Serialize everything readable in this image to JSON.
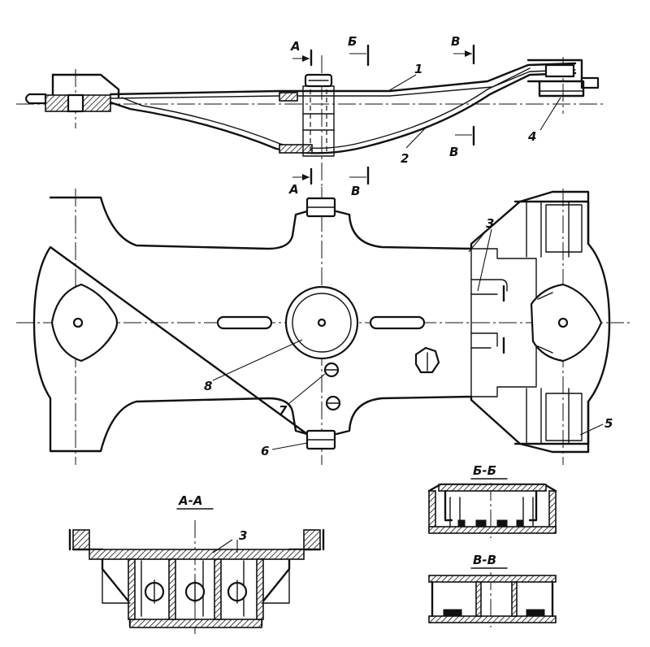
{
  "section_marks": {
    "a": "A",
    "b": "Б",
    "v": "В"
  },
  "callouts": {
    "n1": "1",
    "n2": "2",
    "n3": "3",
    "n4": "4",
    "n5": "5",
    "n6": "6",
    "n7": "7",
    "n8": "8"
  },
  "section_titles": {
    "aa": "А-А",
    "bb": "Б-Б",
    "vv": "В-В"
  }
}
